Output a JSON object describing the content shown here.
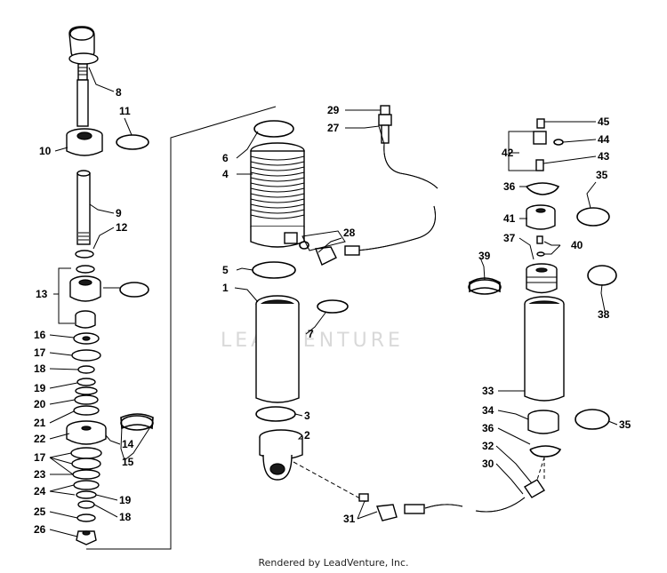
{
  "watermark": "LEADVENTURE",
  "footer": "Rendered by LeadVenture, Inc.",
  "callouts": {
    "c1": "1",
    "c2": "2",
    "c3": "3",
    "c4": "4",
    "c5": "5",
    "c6": "6",
    "c7": "7",
    "c8": "8",
    "c9": "9",
    "c10": "10",
    "c11": "11",
    "c12": "12",
    "c13": "13",
    "c14": "14",
    "c15": "15",
    "c16": "16",
    "c17a": "17",
    "c17b": "17",
    "c18a": "18",
    "c18b": "18",
    "c19a": "19",
    "c19b": "19",
    "c20": "20",
    "c21": "21",
    "c22": "22",
    "c23": "23",
    "c24": "24",
    "c25": "25",
    "c26": "26",
    "c27": "27",
    "c28": "28",
    "c29": "29",
    "c30": "30",
    "c31": "31",
    "c32": "32",
    "c33": "33",
    "c34": "34",
    "c35a": "35",
    "c35b": "35",
    "c36a": "36",
    "c36b": "36",
    "c37": "37",
    "c38": "38",
    "c39": "39",
    "c40": "40",
    "c41": "41",
    "c42": "42",
    "c43": "43",
    "c44": "44",
    "c45": "45"
  }
}
